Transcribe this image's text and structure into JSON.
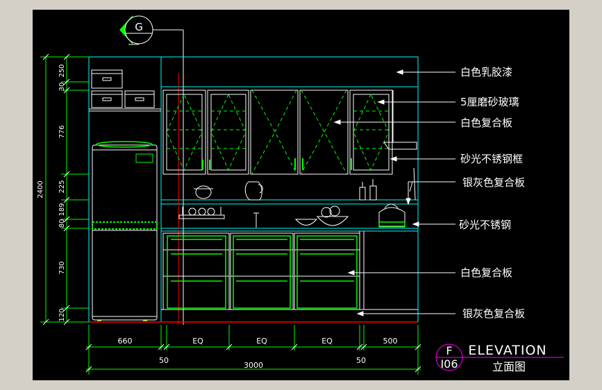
{
  "section_marker": {
    "letter": "G"
  },
  "callouts": [
    "白色乳胶漆",
    "5厘磨砂玻璃",
    "白色复合板",
    "砂光不锈钢框",
    "银灰色复合板",
    "砂光不锈钢",
    "白色复合板",
    "银灰色复合板"
  ],
  "vertical_dims": {
    "total": "2400",
    "segments": [
      "250",
      "30",
      "776",
      "225",
      "189",
      "80",
      "730",
      "120"
    ]
  },
  "horizontal_dims": {
    "top_row": [
      "660",
      "EQ",
      "EQ",
      "EQ",
      "500"
    ],
    "bottom_row": [
      "50",
      "50"
    ],
    "total": "3000"
  },
  "title_block": {
    "ref_letter": "F",
    "ref_number": "I06",
    "title": "ELEVATION",
    "subtitle": "立面图"
  },
  "colors": {
    "background": "#000000",
    "frame": "#d4d0c8",
    "lines_cyan": "#00ffff",
    "lines_green": "#00ff00",
    "lines_white": "#ffffff",
    "lines_red": "#ff0000",
    "title_magenta": "#ff00ff"
  }
}
